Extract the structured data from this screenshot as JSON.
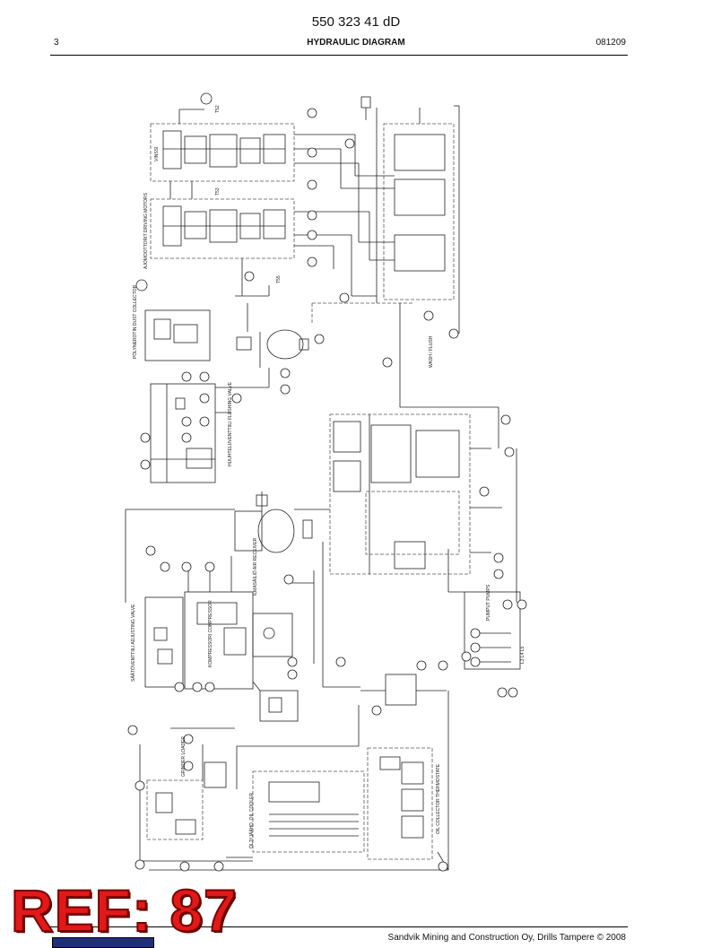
{
  "header": {
    "doc_title": "550 323 41 dD",
    "page_number": "3",
    "section_title": "HYDRAULIC DIAGRAM",
    "date_code": "081209"
  },
  "diagram": {
    "labels": {
      "unit_1": "VINSSI",
      "unit_2": "AJOMOOTTORIT DRIVING MOTORS",
      "dust_collector": "PÖLYNEROTIN DUST COLLECTOR",
      "flushing_valve": "HUUHTELUVENTTIILI FLUSHING VALVE",
      "air_receiver": "ILMASÄILIÖ AIR RECEIVER",
      "compressor": "KOMPRESSORI COMPRESSOR",
      "pressure_valve": "SÄÄTÖVENTTIILI ADJUSTING VALVE",
      "pumps": "PUMPUT PUMPS",
      "pump_ports": "L3 L4 L5",
      "oil_cooler": "ÖLJYJÄÄHD. OIL COOLER",
      "oil_collector": "OIL COLLECTOR THERMOSTATE",
      "grinder": "GRINDER LOADER",
      "t_52": "T52",
      "t_53": "T53",
      "t_55": "T55",
      "wash_flush": "WASH / FLUSH"
    }
  },
  "stamp": {
    "text": "REF: 87"
  },
  "footer": {
    "copyright": "Sandvik Mining and Construction Oy, Drills Tampere © 2008"
  },
  "colors": {
    "stamp": "#e11919",
    "line": "#222222",
    "dashed": "#555555"
  }
}
